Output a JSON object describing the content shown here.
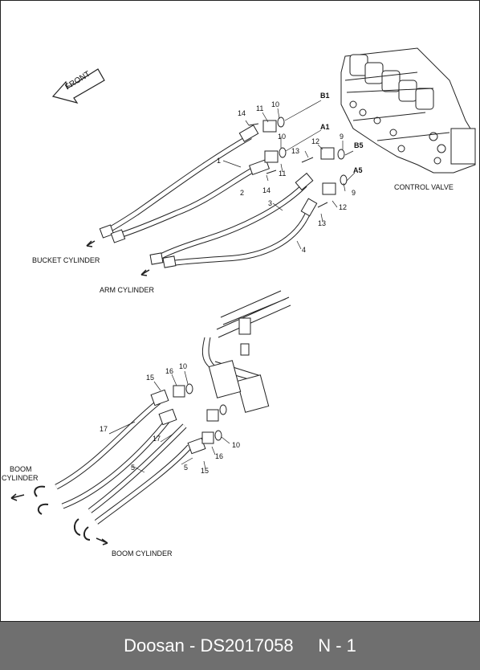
{
  "labels": {
    "front": "FRONT",
    "bucket_cylinder": "BUCKET CYLINDER",
    "arm_cylinder": "ARM CYLINDER",
    "control_valve": "CONTROL VALVE",
    "boom_cylinder_left_1": "BOOM",
    "boom_cylinder_left_2": "CYLINDER",
    "boom_cylinder_bottom": "BOOM CYLINDER"
  },
  "ports": {
    "b1": "B1",
    "a1": "A1",
    "b5": "B5",
    "a5": "A5"
  },
  "callouts": {
    "c14a": "14",
    "c11a": "11",
    "c10a": "10",
    "c1": "1",
    "c10b": "10",
    "c11b": "11",
    "c13a": "13",
    "c12a": "12",
    "c9a": "9",
    "c14b": "14",
    "c2": "2",
    "c9b": "9",
    "c3": "3",
    "c12b": "12",
    "c13b": "13",
    "c4": "4",
    "c15a": "15",
    "c16a": "16",
    "c10c": "10",
    "c17a": "17",
    "c17b": "17",
    "c5a": "5",
    "c5b": "5",
    "c10d": "10",
    "c16b": "16",
    "c15b": "15"
  },
  "footer": {
    "text": "Doosan - DS2017058     N - 1"
  }
}
